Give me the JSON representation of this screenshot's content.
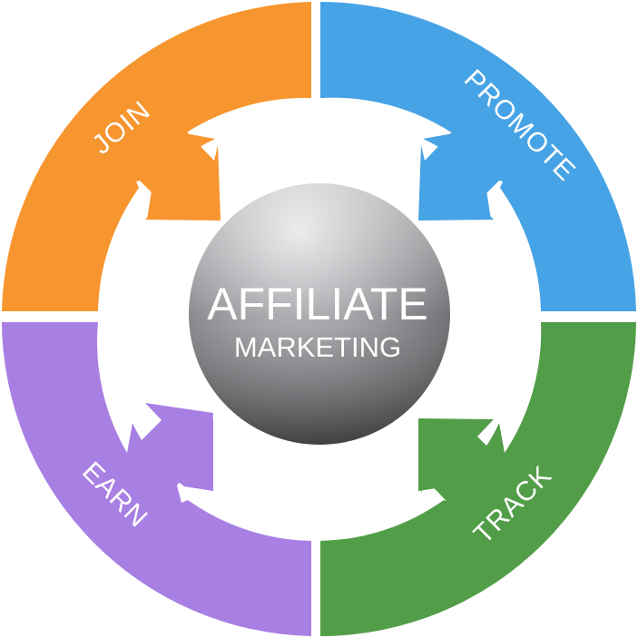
{
  "center": {
    "title": "AFFILIATE",
    "subtitle": "MARKETING"
  },
  "segments": [
    {
      "label": "JOIN",
      "color": "#F7952F"
    },
    {
      "label": "PROMOTE",
      "color": "#46A3E5"
    },
    {
      "label": "TRACK",
      "color": "#529E48"
    },
    {
      "label": "EARN",
      "color": "#A87FE3"
    }
  ]
}
